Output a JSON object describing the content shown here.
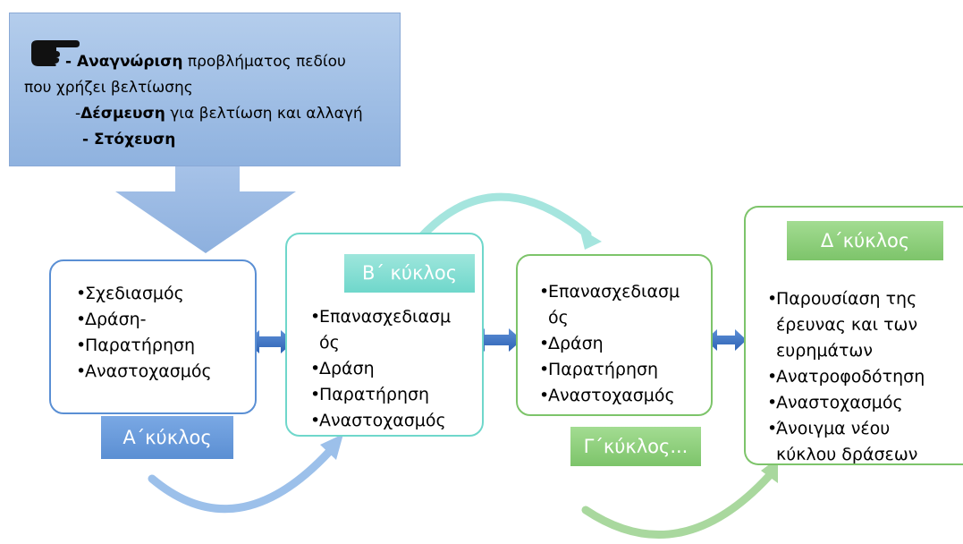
{
  "callout": {
    "line1_bold": "- Αναγνώριση",
    "line1_rest": " προβλήματος πεδίου",
    "line2": "που χρήζει βελτίωσης",
    "line3_prefix": "-",
    "line3_bold": "Δέσμευση",
    "line3_rest": " για βελτίωση και αλλαγή",
    "line4_bold": "- Στόχευση",
    "hand_icon": "pointing-hand-icon"
  },
  "cycles": {
    "a": {
      "label": "Α΄κύκλος",
      "items": [
        "Σχεδιασμός",
        "Δράση-",
        "Παρατήρηση",
        "Αναστοχασμός"
      ]
    },
    "b": {
      "label": "Β΄ κύκλος",
      "item1a": "Επανασχεδιασμ",
      "item1b": "ός",
      "item2": "Δράση",
      "item3": "Παρατήρηση",
      "item4": "Αναστοχασμός"
    },
    "c": {
      "label": "Γ΄κύκλος...",
      "item1a": "Επανασχεδιασμ",
      "item1b": "ός",
      "item2": "Δράση",
      "item3": "Παρατήρηση",
      "item4": "Αναστοχασμός"
    },
    "d": {
      "label": "Δ΄κύκλος",
      "item1a": "Παρουσίαση της",
      "item1b": "έρευνας και των",
      "item1c": "ευρημάτων",
      "item2": "Ανατροφοδότηση",
      "item3": "Αναστοχασμός",
      "item4a": "Άνοιγμα νέου",
      "item4b": "κύκλου δράσεων"
    }
  },
  "bullet": "•",
  "colors": {
    "blue": "#5b8fd3",
    "teal": "#6fd7cb",
    "green": "#7dc46a",
    "callout": "#a6c2e8"
  }
}
